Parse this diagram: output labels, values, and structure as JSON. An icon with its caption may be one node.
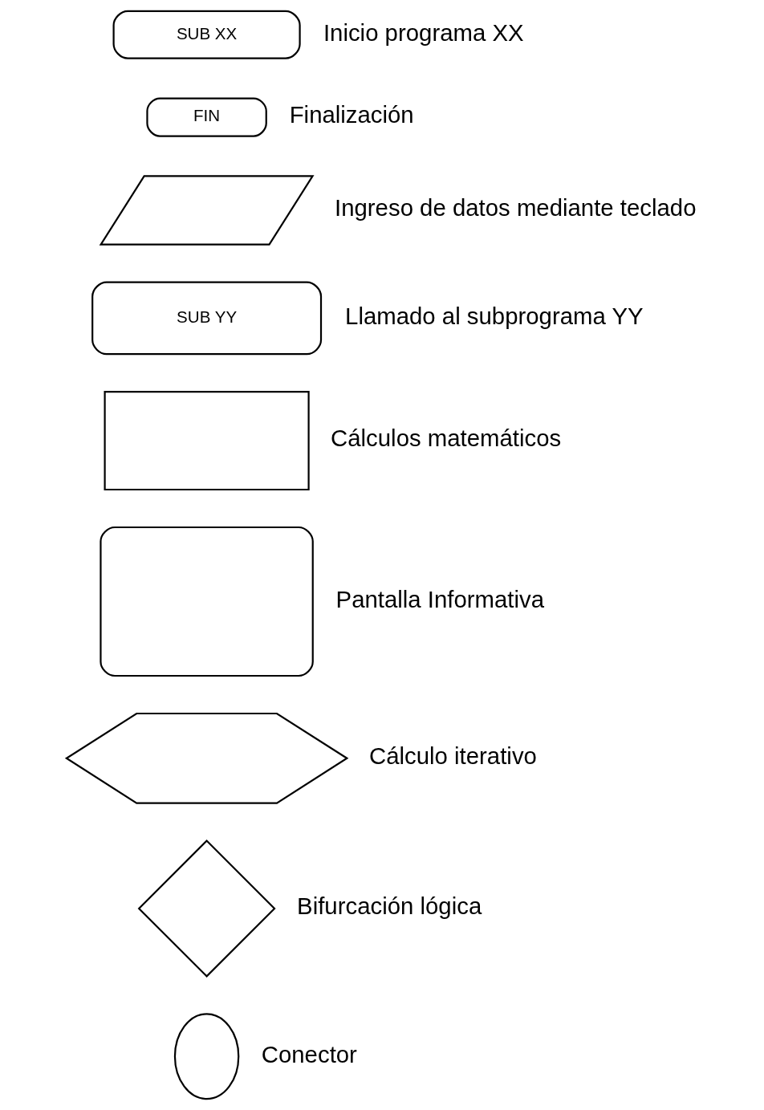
{
  "diagram": {
    "nodes": [
      {
        "text": [
          "SUB XX"
        ],
        "beside": [
          "Inicio programa XX"
        ]
      },
      {
        "text": [
          "FIN"
        ],
        "beside": [
          "Finalización"
        ]
      },
      {
        "text": [],
        "shape": "parallelogram",
        "beside": [
          "Ingreso de datos mediante teclado"
        ]
      },
      {
        "text": [
          "SUB YY"
        ],
        "beside": [
          "Llamado al subprograma YY"
        ]
      },
      {
        "text": [],
        "shape": "box",
        "beside": [
          "Cálculos matemáticos"
        ]
      },
      {
        "text": [],
        "shape": "box",
        "beside": [
          "Pantalla Informativa"
        ]
      },
      {
        "text": [],
        "shape": "hexagon",
        "beside": [
          "Cálculo iterativo"
        ]
      },
      {
        "text": [],
        "shape": "diamond",
        "beside": [
          "Bifurcación lógica"
        ]
      },
      {
        "text": [],
        "shape": "circle",
        "beside": [
          "Conector"
        ]
      }
    ],
    "edges": []
  }
}
